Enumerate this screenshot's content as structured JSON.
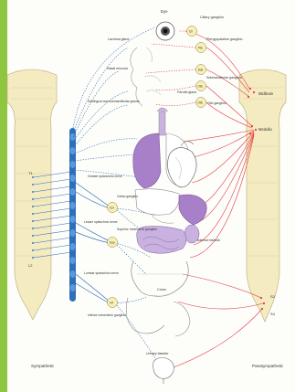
{
  "labels": {
    "eye": "Eye",
    "ciliary_ganglion": "Ciliary ganglion",
    "lacrimal_gland": "Lacrimal gland",
    "pterygopalatine_ganglion": "Pterygopalatine ganglion",
    "nasal_mucosa": "Nasal mucosa",
    "submandibular_ganglion": "Submandibular ganglion",
    "parotid_gland": "Parotid gland",
    "sublingual_submandibular_glands": "Sublingual and submandibular glands",
    "otic_ganglion": "Otic ganglion",
    "midbrain": "Midbrain",
    "medulla": "Medulla",
    "greater_splanchnic_nerve": "Greater splanchnic nerve",
    "celiac_ganglion": "Celiac ganglion",
    "lesser_splanchnic_nerve": "Lesser splanchnic nerve",
    "superior_mesenteric_ganglion": "Superior mesenteric ganglion",
    "lumbar_splanchnic_nerve": "Lumbar splanchnic nerve",
    "inferior_mesenteric_ganglion": "Inferior mesenteric ganglion",
    "adrenal_medulla": "Adrenal medulla",
    "colon": "Colon",
    "urinary_bladder": "Urinary bladder",
    "sympathetic": "Sympathetic",
    "parasympathetic": "Parasympathetic"
  },
  "ganglion_marks": {
    "ciliary": "Cil",
    "pterygopalatine": "Pte",
    "submandibular": "Sub",
    "otic": "Otic",
    "celiac": "Cel",
    "superior_mesenteric": "Sup",
    "inferior_mesenteric": "Inf"
  },
  "segments_left": [
    "T1",
    "L2"
  ],
  "segments_right": [
    "S2",
    "S4"
  ],
  "colors": {
    "green_strip": "#8ec63f",
    "spinal_cord": "#f4ebc1",
    "sympathetic": "#2d6fba",
    "parasympathetic": "#e43b44",
    "organ_violet": "#a87fc9",
    "organ_outline": "#8a8a8a"
  }
}
